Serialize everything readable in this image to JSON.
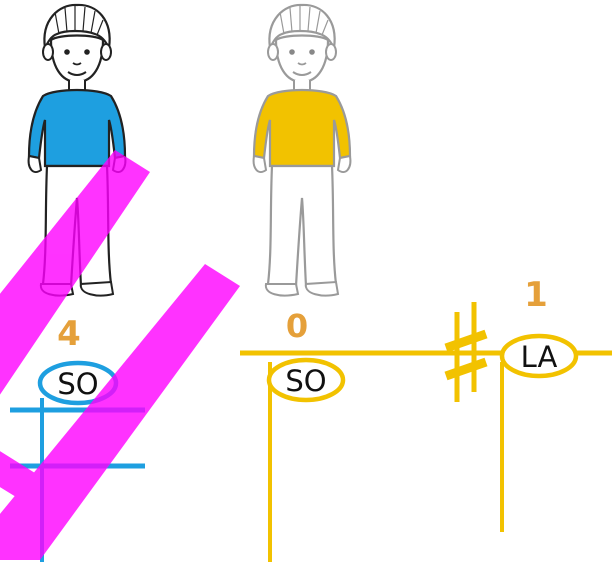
{
  "colors": {
    "blue": "#1E9FE0",
    "gold": "#F2C200",
    "magenta": "#FF00FF",
    "orange": "#E5A03A",
    "outline_dark": "#222222",
    "outline_light": "#9a9a9a"
  },
  "figures": [
    {
      "shirt_color": "#1E9FE0",
      "outline": "dark"
    },
    {
      "shirt_color": "#F2C200",
      "outline": "light"
    }
  ],
  "labels": {
    "count_left": "4",
    "count_mid": "0",
    "count_right": "1",
    "note_left": "SO",
    "note_mid": "SO",
    "note_right": "LA",
    "sharp": "♯"
  },
  "icons": {
    "watermark": "magenta-stripe-watermark",
    "sharp": "sharp-sign-icon"
  }
}
